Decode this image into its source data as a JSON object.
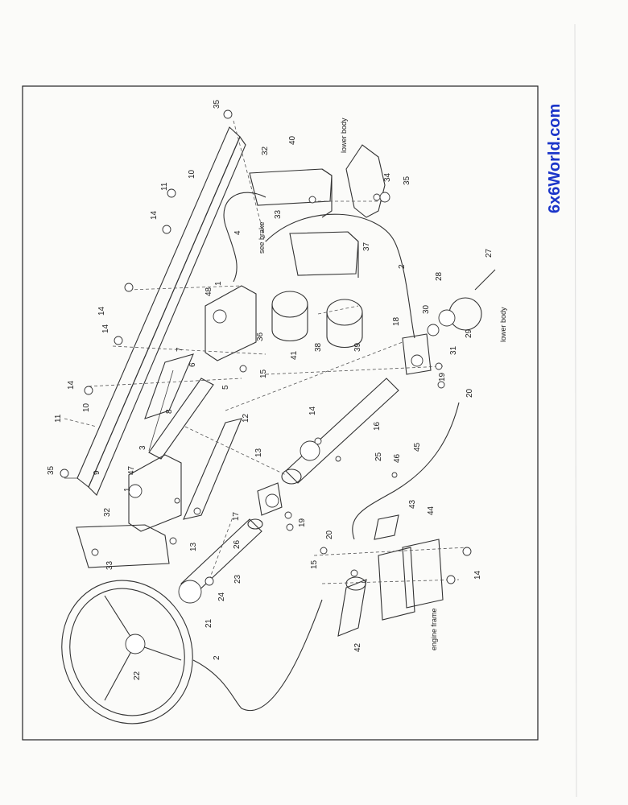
{
  "watermark": "6x6World.com",
  "labels": {
    "lower_body_top": "lower body",
    "lower_body_right": "lower body",
    "see_brake": "see brake",
    "engine_frame": "engine frame"
  },
  "callouts": {
    "c35a": "35",
    "c32a": "32",
    "c40": "40",
    "c10a": "10",
    "c11a": "11",
    "c14a": "14",
    "c34": "34",
    "c35b": "35",
    "c33a": "33",
    "c4": "4",
    "c37": "37",
    "c2a": "2",
    "c27": "27",
    "c28": "28",
    "c48": "48",
    "c1a": "1",
    "c14b": "14",
    "c14c": "14",
    "c30": "30",
    "c29": "29",
    "c18": "18",
    "c31": "31",
    "c36": "36",
    "c41": "41",
    "c38": "38",
    "c39": "39",
    "c7": "7",
    "c6": "6",
    "c15a": "15",
    "c5": "5",
    "c19a": "19",
    "c20a": "20",
    "c14d": "14",
    "c10b": "10",
    "c8": "8",
    "c11b": "11",
    "c12": "12",
    "c16": "16",
    "c14e": "14",
    "c3": "3",
    "c13a": "13",
    "c25": "25",
    "c46": "46",
    "c45": "45",
    "c35c": "35",
    "c9": "9",
    "c47": "47",
    "c1b": "1",
    "c17": "17",
    "c19b": "19",
    "c20b": "20",
    "c43": "43",
    "c44": "44",
    "c32b": "32",
    "c13b": "13",
    "c26": "26",
    "c33b": "33",
    "c15b": "15",
    "c14f": "14",
    "c23": "23",
    "c24": "24",
    "c21": "21",
    "c42": "42",
    "c22": "22",
    "c2b": "2"
  }
}
